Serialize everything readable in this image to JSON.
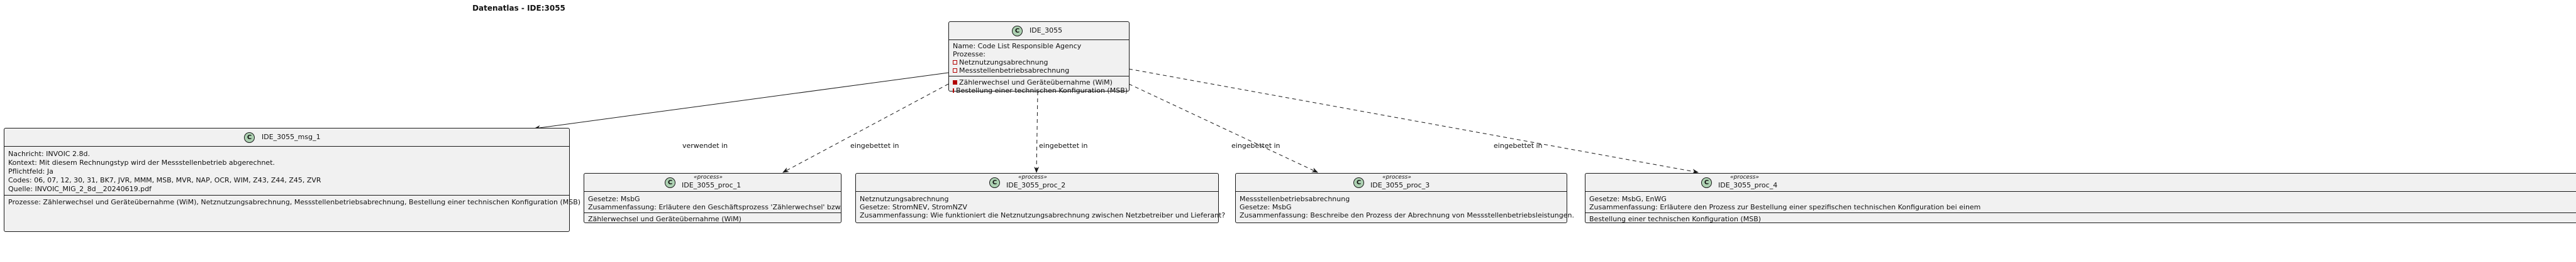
{
  "title": "Datenatlas - IDE:3055",
  "colors": {
    "class_bg": "#f1f1f1",
    "badge_bg": "#add1b2",
    "marker": "#b20000",
    "line": "#181818"
  },
  "main_class": {
    "badge": "C",
    "name": "IDE_3055",
    "fields": [
      "Name: Code List Responsible Agency",
      "Prozesse:"
    ],
    "processes": [
      "Netznutzungsabrechnung",
      "Messstellenbetriebsabrechnung"
    ],
    "methods": [
      "Zählerwechsel und Geräteübernahme (WiM)",
      "Bestellung einer technischen Konfiguration (MSB)"
    ]
  },
  "msg_class": {
    "badge": "C",
    "name": "IDE_3055_msg_1",
    "lines": [
      "Nachricht: INVOIC 2.8d.",
      "Kontext: Mit diesem Rechnungstyp wird der Messstellenbetrieb abgerechnet.",
      "Pflichtfeld: Ja",
      "Codes: 06, 07, 12, 30, 31, BK7, JVR, MMM, MSB, MVR, NAP, OCR, WIM, Z43, Z44, Z45, ZVR",
      "Quelle: INVOIC_MIG_2_8d__20240619.pdf"
    ],
    "footer": "Prozesse: Zählerwechsel und Geräteübernahme (WiM), Netznutzungsabrechnung, Messstellenbetriebsabrechnung, Bestellung einer technischen Konfiguration (MSB)"
  },
  "proc_classes": [
    {
      "badge": "C",
      "stereotype": "«process»",
      "name": "IDE_3055_proc_1",
      "lines": [
        "Gesetze: MsbG",
        "Zusammenfassung: Erläutere den Geschäftsprozess 'Zählerwechsel' bzw."
      ],
      "footer": "Zählerwechsel und Geräteübernahme (WiM)"
    },
    {
      "badge": "C",
      "stereotype": "«process»",
      "name": "IDE_3055_proc_2",
      "lines": [
        "Netznutzungsabrechnung",
        "Gesetze: StromNEV, StromNZV",
        "Zusammenfassung: Wie funktioniert die Netznutzungsabrechnung zwischen Netzbetreiber und Lieferant?"
      ],
      "footer": ""
    },
    {
      "badge": "C",
      "stereotype": "«process»",
      "name": "IDE_3055_proc_3",
      "lines": [
        "Messstellenbetriebsabrechnung",
        "Gesetze: MsbG",
        "Zusammenfassung: Beschreibe den Prozess der Abrechnung von Messstellenbetriebsleistungen."
      ],
      "footer": ""
    },
    {
      "badge": "C",
      "stereotype": "«process»",
      "name": "IDE_3055_proc_4",
      "lines": [
        "Gesetze: MsbG, EnWG",
        "Zusammenfassung: Erläutere den Prozess zur Bestellung einer spezifischen technischen Konfiguration bei einem"
      ],
      "footer": "Bestellung einer technischen Konfiguration (MSB)"
    }
  ],
  "edges": [
    {
      "label": "verwendet in"
    },
    {
      "label": "eingebettet in"
    },
    {
      "label": "eingebettet in"
    },
    {
      "label": "eingebettet in"
    },
    {
      "label": "eingebettet in"
    }
  ]
}
